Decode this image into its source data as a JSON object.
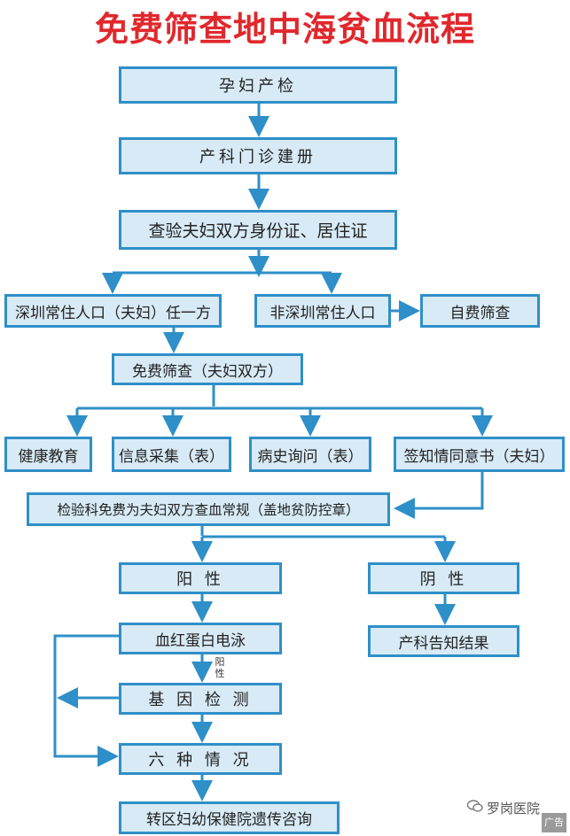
{
  "title": "免费筛查地中海贫血流程",
  "colors": {
    "title": "#e0282d",
    "box_fill": "#d7eaf6",
    "box_border": "#2f8fc8",
    "arrow": "#2f8fc8"
  },
  "nodes": {
    "n1": "孕妇产检",
    "n2": "产科门诊建册",
    "n3": "查验夫妇双方身份证、居住证",
    "n4": "深圳常住人口（夫妇）任一方",
    "n5": "非深圳常住人口",
    "n6": "自费筛查",
    "n7": "免费筛查（夫妇双方）",
    "n8": "健康教育",
    "n9": "信息采集（表）",
    "n10": "病史询问（表）",
    "n11": "签知情同意书（夫妇）",
    "n12": "检验科免费为夫妇双方查血常规（盖地贫防控章）",
    "n13": "阳 性",
    "n14": "阴 性",
    "n15": "产科告知结果",
    "n16": "血红蛋白电泳",
    "n17": "基 因 检 测",
    "n18": "六 种 情 况",
    "n19": "转区妇幼保健院遗传咨询"
  },
  "positive_note": "阳\n性",
  "watermark": {
    "icon": "wechat-icon",
    "text": "罗岗医院",
    "badge": "广告"
  }
}
